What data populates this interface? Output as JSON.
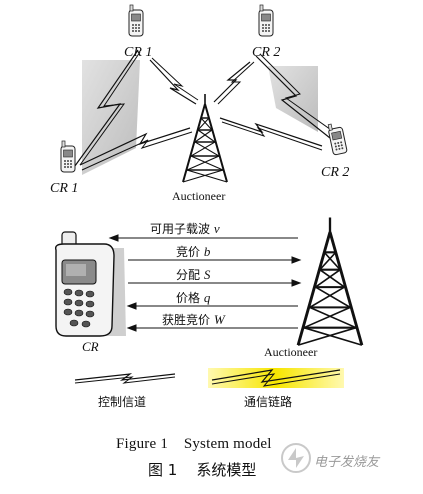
{
  "nodes": {
    "cr1_top": "CR 1",
    "cr2_top": "CR 2",
    "cr1_bottom": "CR 1",
    "cr2_bottom": "CR 2",
    "auctioneer_top": "Auctioneer",
    "cr_lower": "CR",
    "auctioneer_lower": "Auctioneer"
  },
  "messages": [
    {
      "text": "可用子载波 ",
      "var": "v",
      "direction": "left"
    },
    {
      "text": "竞价 ",
      "var": "b",
      "direction": "right"
    },
    {
      "text": "分配 ",
      "var": "S",
      "direction": "right"
    },
    {
      "text": "价格 ",
      "var": "q",
      "direction": "left"
    },
    {
      "text": "获胜竞价 ",
      "var": "W",
      "direction": "left"
    }
  ],
  "legend": {
    "control": "控制信道",
    "comm": "通信链路"
  },
  "caption": {
    "en": "Figure 1    System model",
    "zh": "图 1    系统模型"
  },
  "watermark": "电子发烧友",
  "colors": {
    "comm_link": "#f5e400",
    "shadow": "#c8c8c8",
    "line": "#111111"
  }
}
